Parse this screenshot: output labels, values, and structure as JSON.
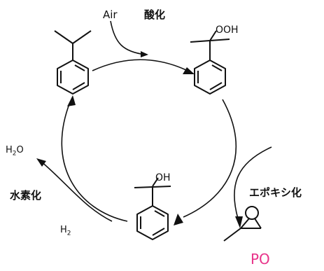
{
  "labels": {
    "air": "Air",
    "oxidation": "酸化",
    "hydroperoxide_group": "OOH",
    "alcohol_group": "OH",
    "epoxidation": "エポキシ化",
    "hydrogenation": "水素化",
    "water": {
      "base": "H",
      "sub": "2",
      "tail": "O"
    },
    "hydrogen": {
      "base": "H",
      "sub": "2"
    },
    "product": "PO"
  },
  "colors": {
    "ink": "#111111",
    "product": "#e8338a",
    "background": "#ffffff"
  },
  "icons": {
    "cumene": "cumene-structure-icon",
    "cumene_hydroperoxide": "cumene-hydroperoxide-structure-icon",
    "cumyl_alcohol": "cumyl-alcohol-structure-icon",
    "propylene_oxide": "propylene-oxide-structure-icon"
  }
}
